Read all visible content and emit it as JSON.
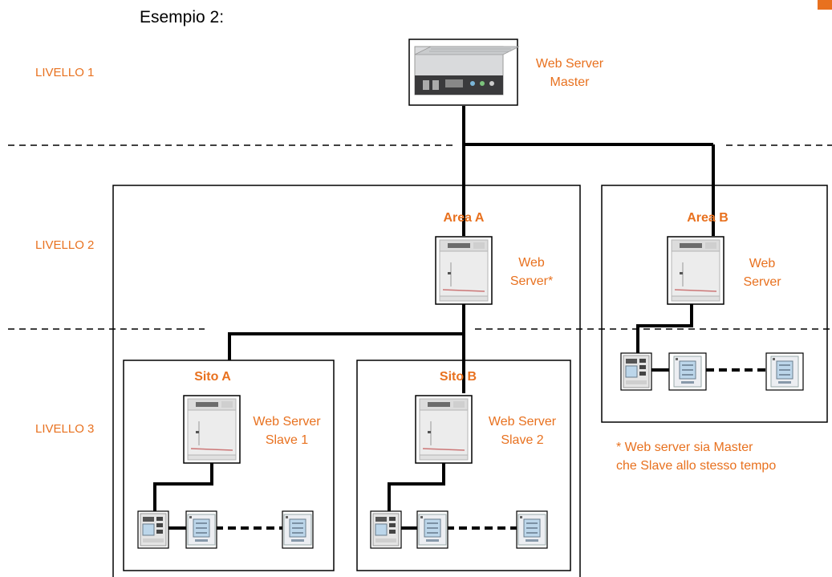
{
  "title": "Esempio 2:",
  "levels": [
    "LIVELLO 1",
    "LIVELLO 2",
    "LIVELLO 3"
  ],
  "master": {
    "label_line1": "Web Server",
    "label_line2": "Master"
  },
  "area_a": {
    "title": "Area A",
    "label_line1": "Web",
    "label_line2": "Server*"
  },
  "area_b": {
    "title": "Area B",
    "label_line1": "Web",
    "label_line2": "Server"
  },
  "sito_a": {
    "title": "Sito A",
    "label_line1": "Web Server",
    "label_line2": "Slave 1"
  },
  "sito_b": {
    "title": "Sito B",
    "label_line1": "Web Server",
    "label_line2": "Slave 2"
  },
  "note": {
    "line1": "* Web server sia Master",
    "line2": "che Slave allo stesso tempo"
  },
  "colors": {
    "accent": "#e8711f",
    "line": "#000000"
  },
  "icons": [
    "industrial-pc-icon",
    "web-server-device-icon",
    "energy-meter-icon"
  ]
}
